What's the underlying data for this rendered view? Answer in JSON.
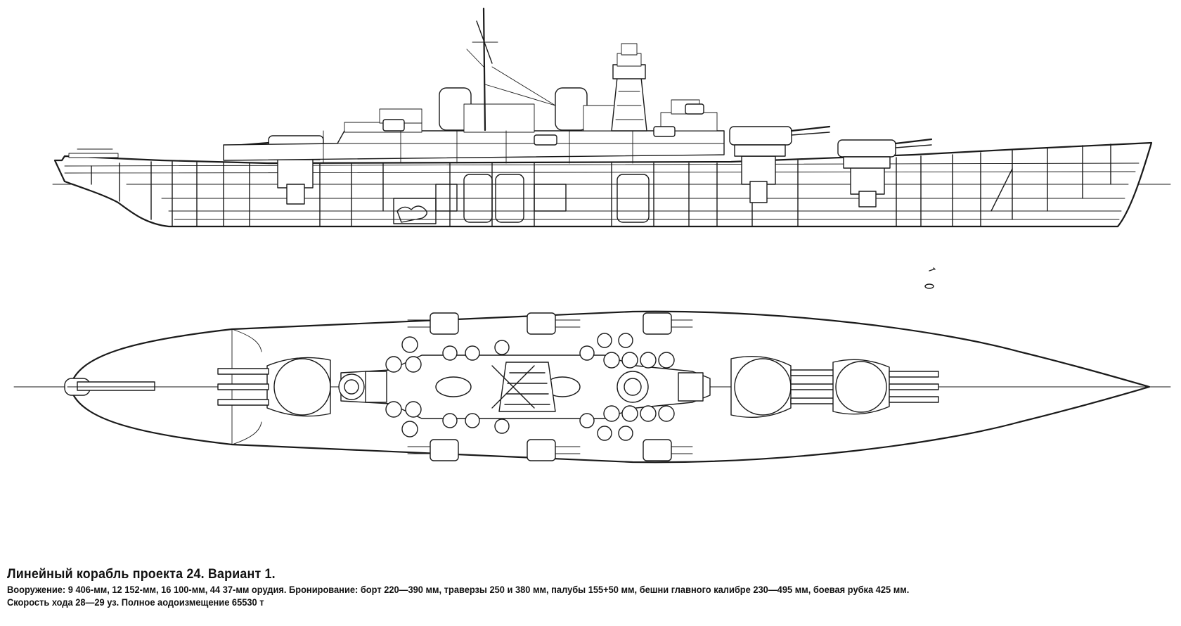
{
  "caption": {
    "title": "Линейный корабль проекта 24. Вариант 1.",
    "line1": "Вооружение: 9 406-мм, 12 152-мм, 16 100-мм, 44 37-мм орудия. Бронирование: борт 220—390 мм, траверзы 250 и 380 мм, палубы 155+50 мм, бешни главного калибре 230—495 мм, боевая рубка 425 мм.",
    "line2": "Скорость хода 28—29 уз. Полное аодоизмещение 65530 т"
  }
}
